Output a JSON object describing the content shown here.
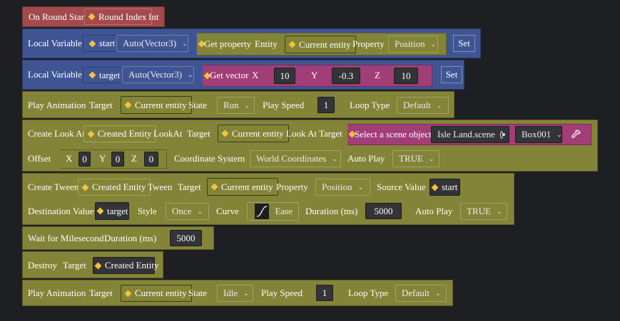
{
  "event": {
    "title": "On Round Start",
    "param_label": "Round Index",
    "param_type": "Int"
  },
  "localvar1": {
    "label": "Local Variable",
    "name": "start",
    "type": "Auto(Vector3)",
    "getprop": {
      "label": "Get property",
      "entity_label": "Entity",
      "entity_value": "Current entity",
      "property_label": "Property",
      "property_value": "Position"
    },
    "set": "Set"
  },
  "localvar2": {
    "label": "Local Variable",
    "name": "target",
    "type": "Auto(Vector3)",
    "getvec": {
      "label": "Get vector",
      "x_label": "X",
      "x": "10",
      "y_label": "Y",
      "y": "-0.3",
      "z_label": "Z",
      "z": "10"
    },
    "set": "Set"
  },
  "play1": {
    "label": "Play Animation",
    "target_label": "Target",
    "target": "Current entity",
    "state_label": "State",
    "state": "Run",
    "speed_label": "Play Speed",
    "speed": "1",
    "loop_label": "Loop Type",
    "loop": "Default"
  },
  "lookat": {
    "label": "Create Look At",
    "created": "Created Entity",
    "lookat_label": "LookAt",
    "target_label": "Target",
    "target": "Current entity",
    "lookat_target_label": "Look At Target",
    "scene_select": "Select a scene object",
    "scene": "Isle Land.scene",
    "object": "Box001",
    "offset_label": "Offset",
    "x_label": "X",
    "x": "0",
    "y_label": "Y",
    "y": "0",
    "z_label": "Z",
    "z": "0",
    "coord_label": "Coordinate System",
    "coord": "World Coordinates",
    "autoplay_label": "Auto Play",
    "autoplay": "TRUE"
  },
  "tween": {
    "label": "Create Tween",
    "created": "Created Entity",
    "tween_label": "Tween",
    "target_label": "Target",
    "target": "Current entity",
    "property_label": "Property",
    "property": "Position",
    "source_label": "Source Value",
    "source": "start",
    "dest_label": "Destination Value",
    "dest": "target",
    "style_label": "Style",
    "style": "Once",
    "curve_label": "Curve",
    "curve": "Ease",
    "duration_label": "Duration (ms)",
    "duration": "5000",
    "autoplay_label": "Auto Play",
    "autoplay": "TRUE"
  },
  "wait": {
    "label": "Wait for Milesecond",
    "duration_label": "Duration (ms)",
    "duration": "5000"
  },
  "destroy": {
    "label": "Destroy",
    "target_label": "Target",
    "target": "Created Entity"
  },
  "play2": {
    "label": "Play Animation",
    "target_label": "Target",
    "target": "Current entity",
    "state_label": "State",
    "state": "Idle",
    "speed_label": "Play Speed",
    "speed": "1",
    "loop_label": "Loop Type",
    "loop": "Default"
  },
  "colors": {
    "event": "#a24a4c",
    "variable": "#3f5593",
    "action": "#838437",
    "scene": "#a23e77",
    "connector": "#f2c33a",
    "background": "#1e1f23"
  },
  "icons": {
    "dropdown": "chevron-down-icon",
    "connector": "diamond-connector-icon",
    "scene_pick": "radio-target-icon",
    "picker": "eyedropper-icon",
    "curve": "ease-curve-icon"
  }
}
